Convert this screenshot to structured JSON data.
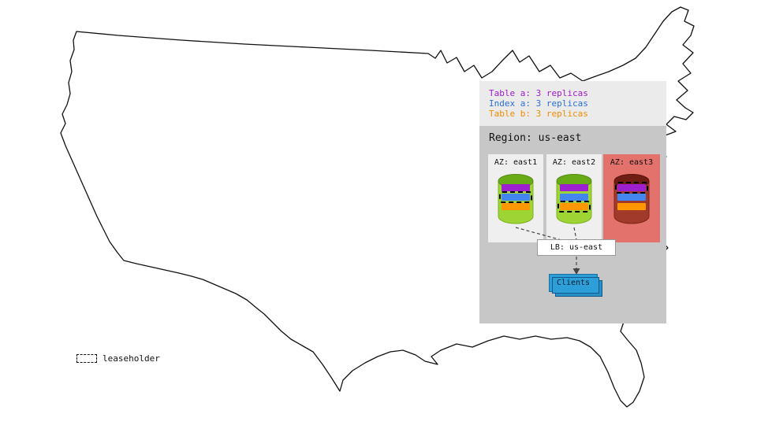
{
  "legend": {
    "entries": [
      {
        "id": "table-a",
        "label": "Table a: 3 replicas",
        "color": "#a218cc"
      },
      {
        "id": "index-a",
        "label": "Index a: 3 replicas",
        "color": "#2a6fd6"
      },
      {
        "id": "table-b",
        "label": "Table b: 3 replicas",
        "color": "#f28c00"
      }
    ]
  },
  "region": {
    "title": "Region: us-east",
    "azs": [
      {
        "label": "AZ: east1",
        "leaseholder": "index-a",
        "highlighted": false
      },
      {
        "label": "AZ: east2",
        "leaseholder": "table-b",
        "highlighted": false
      },
      {
        "label": "AZ: east3",
        "leaseholder": "table-a",
        "highlighted": true
      }
    ],
    "lb": {
      "label": "LB: us-east"
    },
    "clients": {
      "label": "Clients"
    }
  },
  "map_legend": {
    "leaseholder_label": "leaseholder"
  },
  "colors": {
    "legend_panel": "#ebebeb",
    "region_panel": "#c7c7c7",
    "az_default": "#efefef",
    "az_highlight": "#e4726c",
    "cylinder_green_body": "#9fd435",
    "cylinder_green_top": "#68ab17",
    "cylinder_red_body": "#a13a2b",
    "cylinder_red_top": "#701d14",
    "replica_table_a": "#9c1fd0",
    "replica_index_a": "#4486f0",
    "replica_table_b": "#ff9800",
    "clients_blue": "#2d9fd8"
  }
}
